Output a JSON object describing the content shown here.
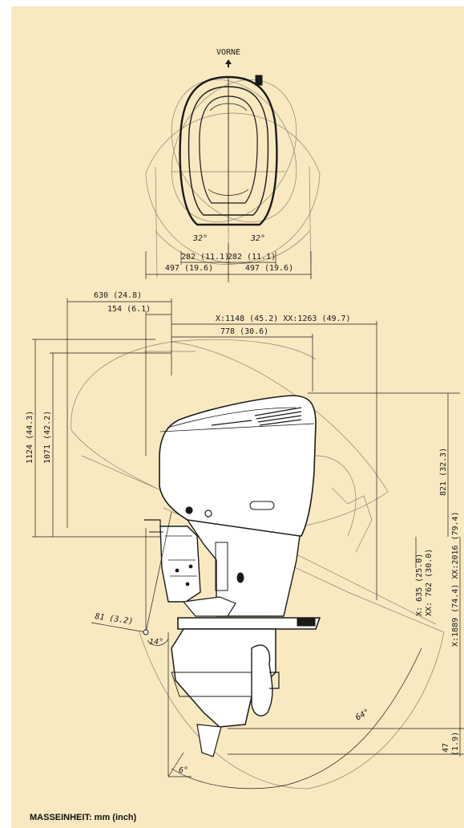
{
  "top_view": {
    "direction_label": "VORNE",
    "angle_left": "32°",
    "angle_right": "32°",
    "dim_left_inner": "282 (11.1)",
    "dim_right_inner": "282 (11.1)",
    "dim_left_outer": "497 (19.6)",
    "dim_right_outer": "497 (19.6)"
  },
  "side_view": {
    "dim_630": "630 (24.8)",
    "dim_154": "154 (6.1)",
    "dim_x1148": "X:1148 (45.2)  XX:1263 (49.7)",
    "dim_778": "778 (30.6)",
    "dim_1124": "1124 (44.3)",
    "dim_1071": "1071 (42.2)",
    "dim_821": "821 (32.3)",
    "dim_635_line1": "X:  635 (25.0)",
    "dim_635_line2": "XX: 762 (30.0)",
    "dim_1889": "X:1889 (74.4)  XX:2016 (79.4)",
    "dim_81": "81 (3.2)",
    "angle_14": "14°",
    "angle_64": "64°",
    "angle_6": "6°",
    "dim_47_line1": "47",
    "dim_47_line2": "(1.9)"
  },
  "footer": {
    "unit_note": "MASSEINHEIT: mm (inch)"
  },
  "colors": {
    "sheet_background": "#f9e9c0",
    "line_dark": "#1a1a1a",
    "line_light": "#8a8270",
    "engine_fill": "#ffffff"
  }
}
